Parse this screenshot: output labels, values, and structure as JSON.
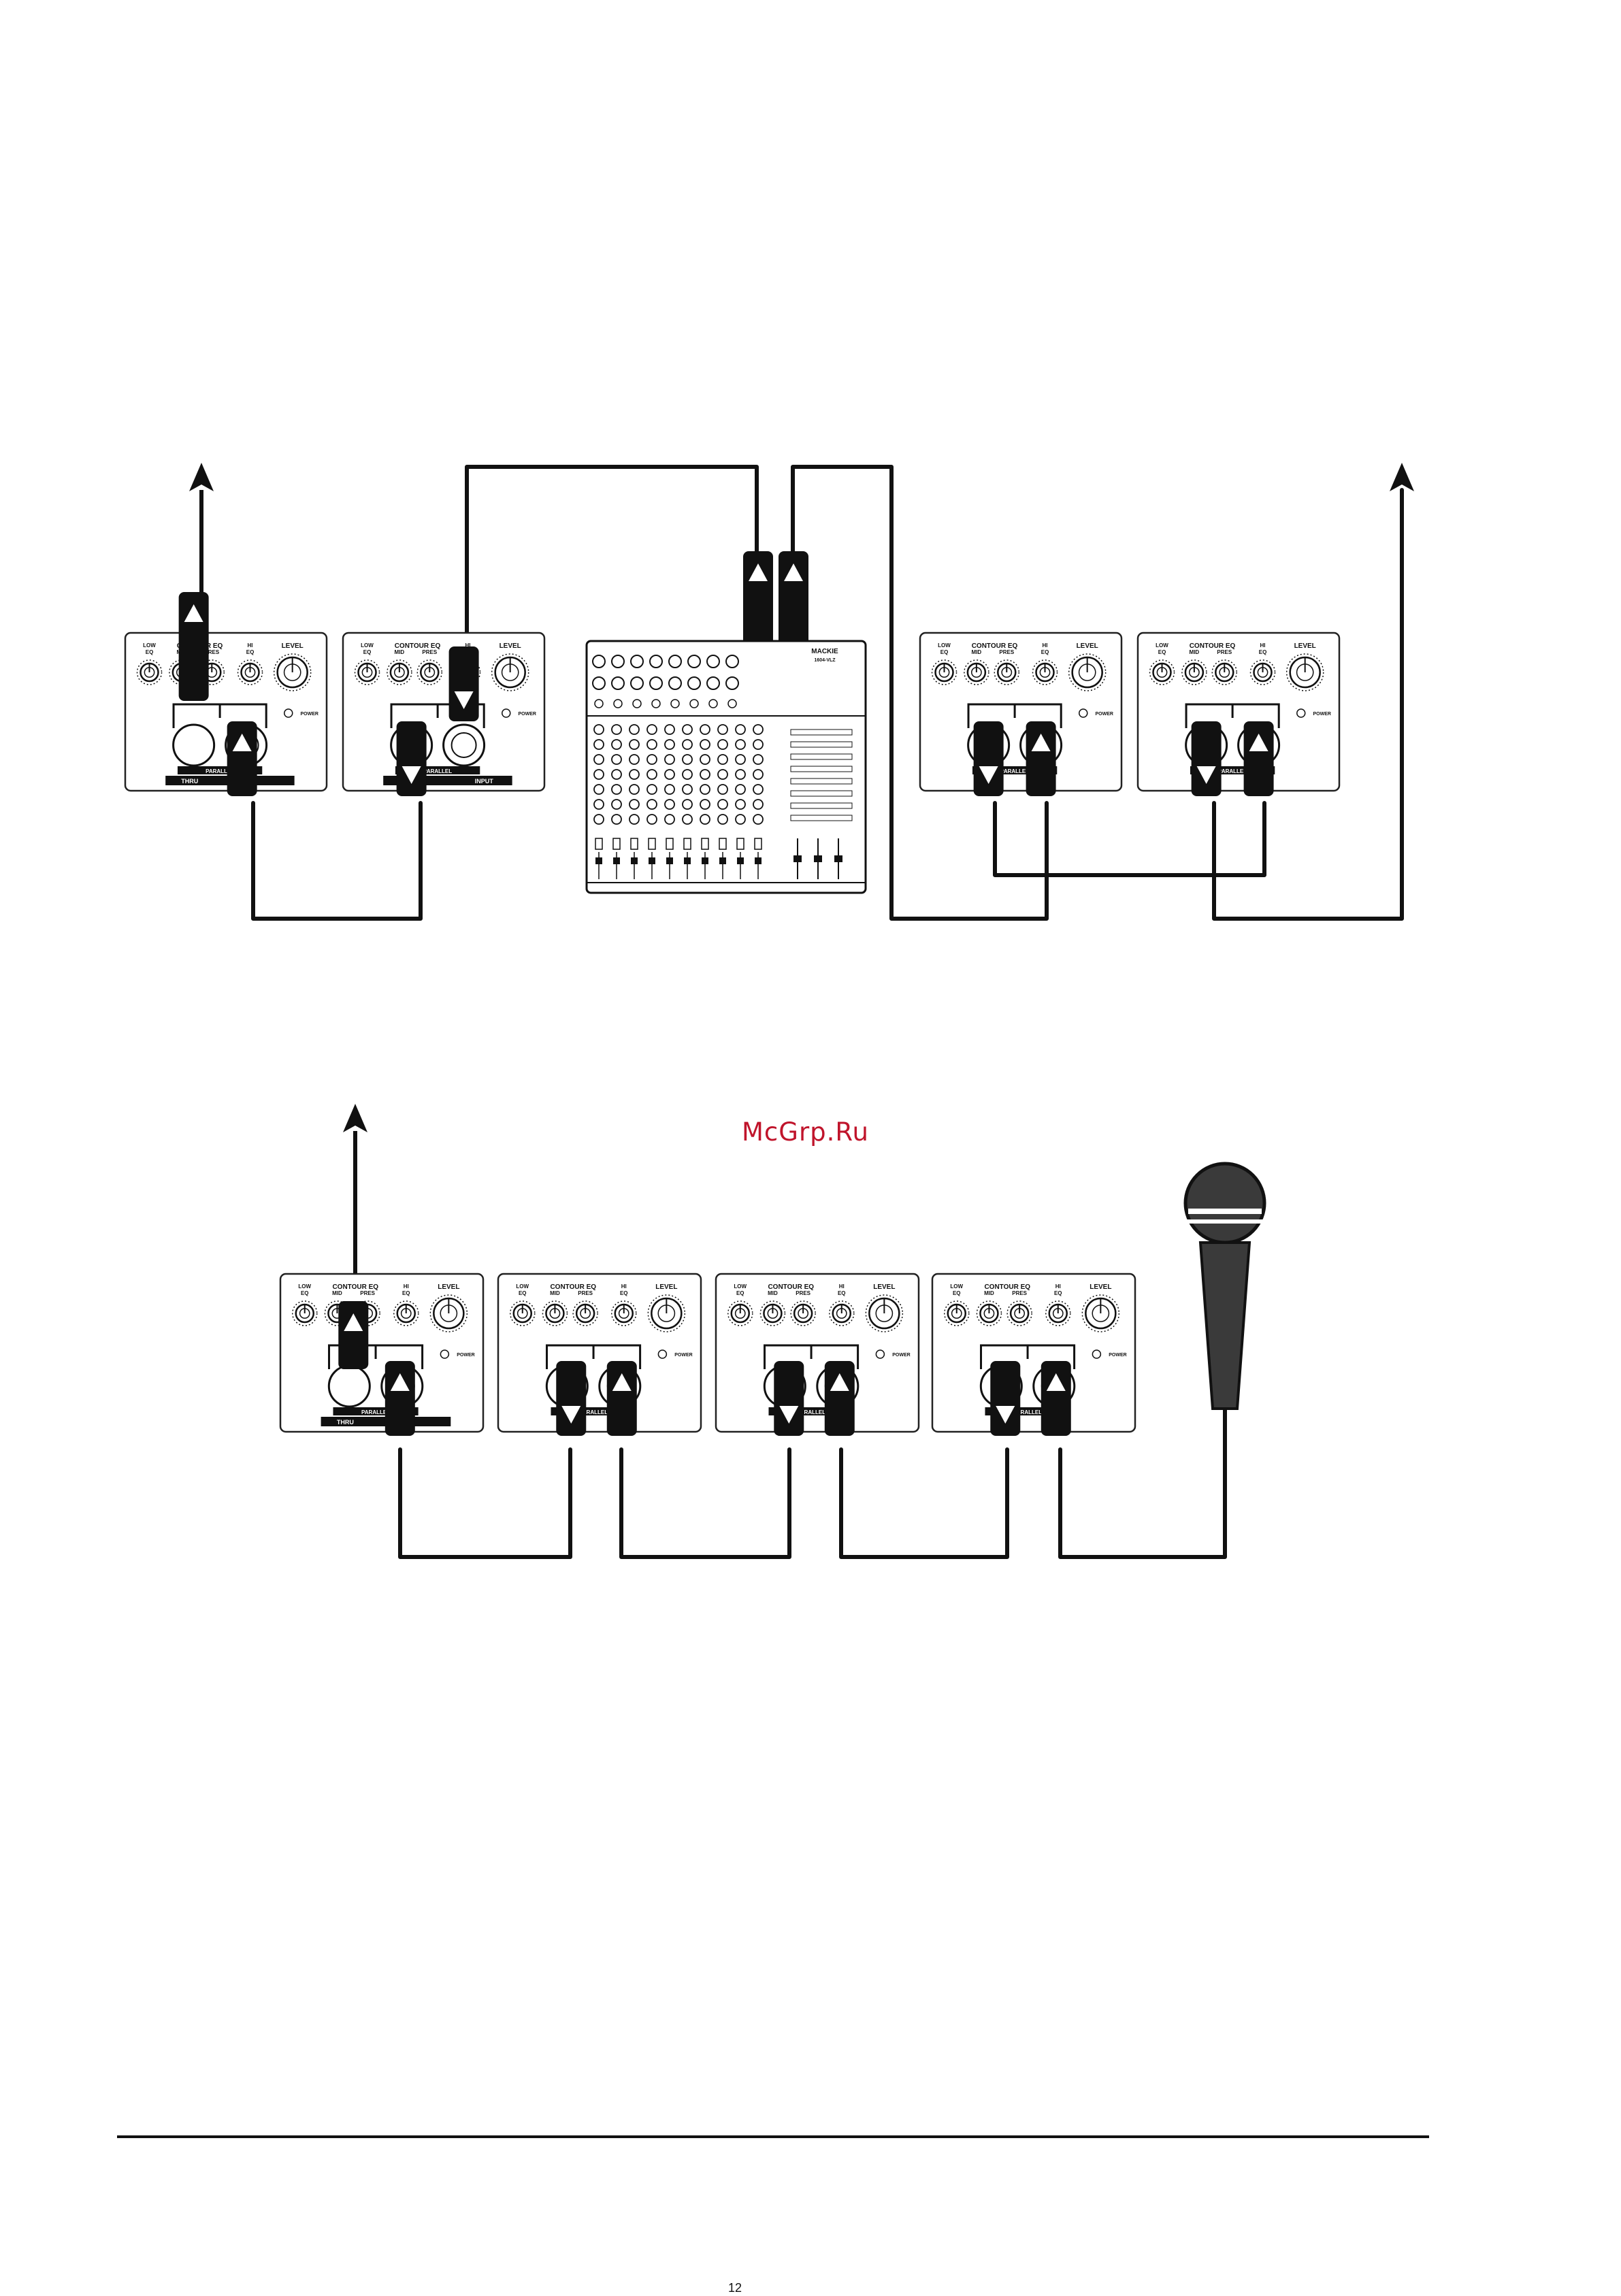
{
  "watermark": "McGrp.Ru",
  "speaker_panel": {
    "title": "CONTOUR EQ",
    "level": "LEVEL",
    "knobs": [
      "LOW\nEQ",
      "MID",
      "PRES",
      "HI\nEQ"
    ],
    "power_label": "POWER",
    "parallel": "PARALLEL",
    "thru": "THRU",
    "input": "INPUT"
  },
  "mixer": {
    "brand": "MACKIE",
    "model": "1604-VLZ"
  },
  "colors": {
    "ink": "#111111",
    "panel_stroke": "#222222",
    "watermark": "#c0142b"
  },
  "footer": {
    "page_number": "12"
  }
}
